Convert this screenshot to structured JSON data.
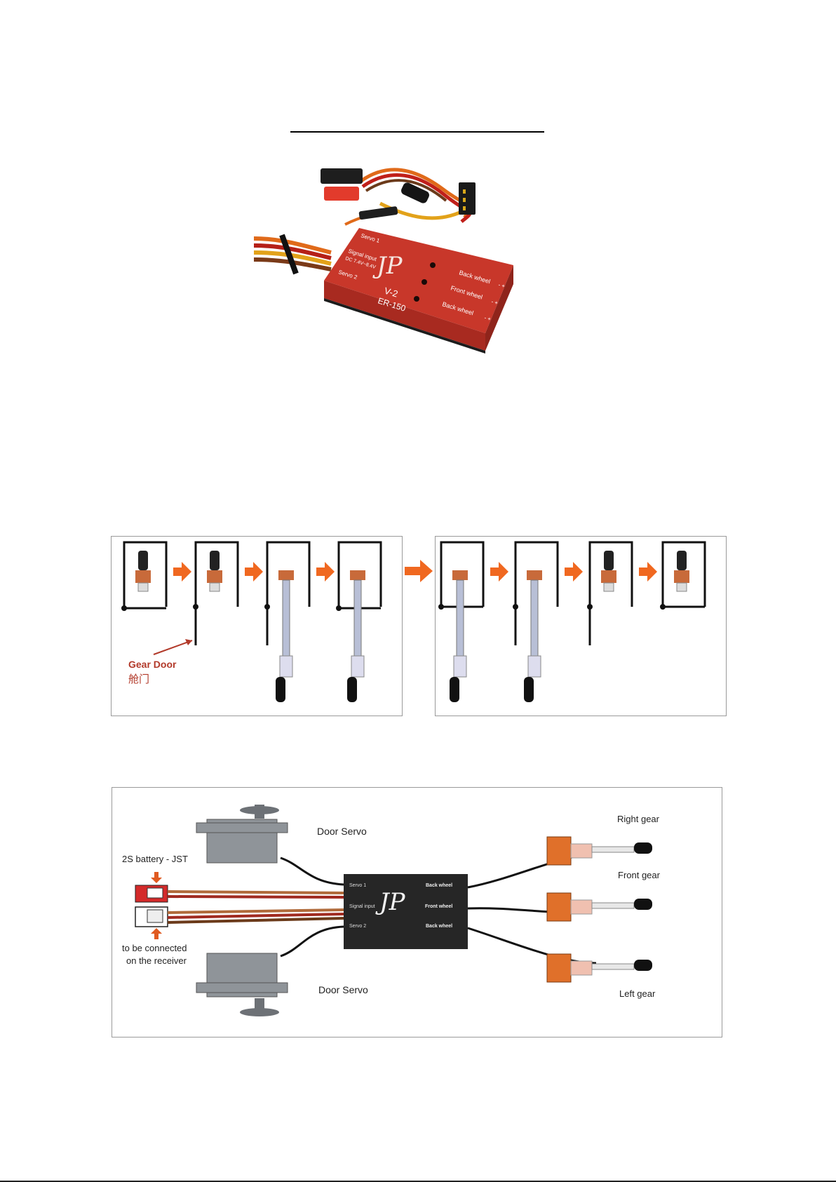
{
  "product_photo": {
    "brand_logo": "JP",
    "model": "V-2",
    "model_code": "ER-150",
    "port_labels": [
      "Servo 1",
      "Signal input",
      "DC 7.4V~8.4V",
      "Servo 2",
      "Back wheel",
      "Front wheel",
      "Back wheel"
    ],
    "polarity_marks": [
      "- +",
      "- +",
      "- +"
    ]
  },
  "sequence_diagram": {
    "gear_door_label": "Gear Door",
    "gear_door_label_cn": "舱门"
  },
  "wiring_diagram": {
    "battery_label": "2S battery - JST",
    "receiver_label_line1": "to be connected",
    "receiver_label_line2": "on the receiver",
    "door_servo_top": "Door Servo",
    "door_servo_bottom": "Door Servo",
    "controller": {
      "logo": "JP",
      "left_ports": [
        "Servo 1",
        "Signal input",
        "Servo 2"
      ],
      "right_ports": [
        "Back wheel",
        "Front wheel",
        "Back wheel"
      ]
    },
    "right_gear": "Right gear",
    "front_gear": "Front gear",
    "left_gear": "Left gear"
  },
  "colors": {
    "controller_red": "#c8372a",
    "accent_orange": "#f06820",
    "label_red": "#b23a2a"
  }
}
